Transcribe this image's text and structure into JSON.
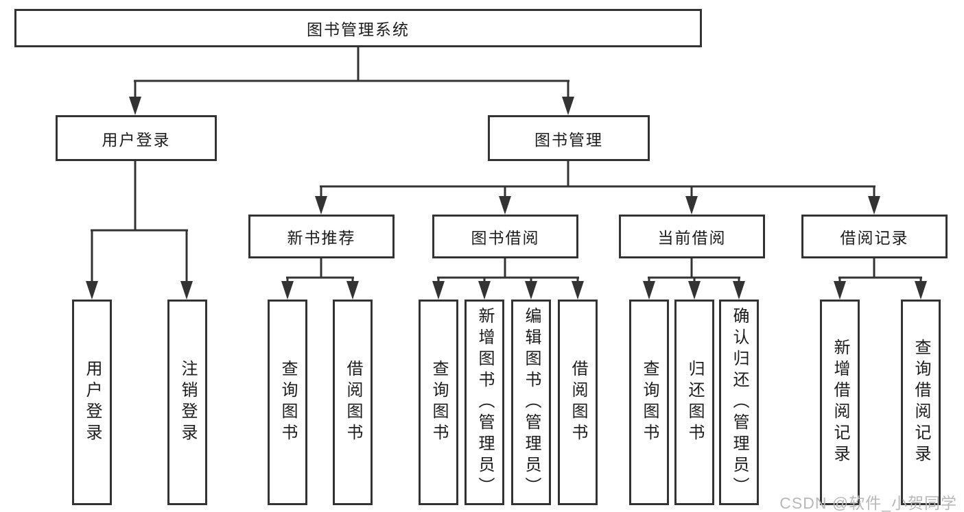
{
  "diagram": {
    "root": {
      "label": "图书管理系统"
    },
    "branches": [
      {
        "label": "用户登录",
        "children": [
          {
            "label": "用户登录"
          },
          {
            "label": "注销登录"
          }
        ]
      },
      {
        "label": "图书管理",
        "children": [
          {
            "label": "新书推荐",
            "children": [
              {
                "label": "查询图书"
              },
              {
                "label": "借阅图书"
              }
            ]
          },
          {
            "label": "图书借阅",
            "children": [
              {
                "label": "查询图书"
              },
              {
                "label": "新增图书（管理员）"
              },
              {
                "label": "编辑图书（管理员）"
              },
              {
                "label": "借阅图书"
              }
            ]
          },
          {
            "label": "当前借阅",
            "children": [
              {
                "label": "查询图书"
              },
              {
                "label": "归还图书"
              },
              {
                "label": "确认归还（管理员）"
              }
            ]
          },
          {
            "label": "借阅记录",
            "children": [
              {
                "label": "新增借阅记录"
              },
              {
                "label": "查询借阅记录"
              }
            ]
          }
        ]
      }
    ],
    "watermark": "CSDN @软件_小贺同学",
    "colors": {
      "border": "#333333",
      "line": "#333333",
      "text": "#1c1c1c",
      "watermark": "#b8b8b8",
      "background": "#ffffff"
    }
  }
}
